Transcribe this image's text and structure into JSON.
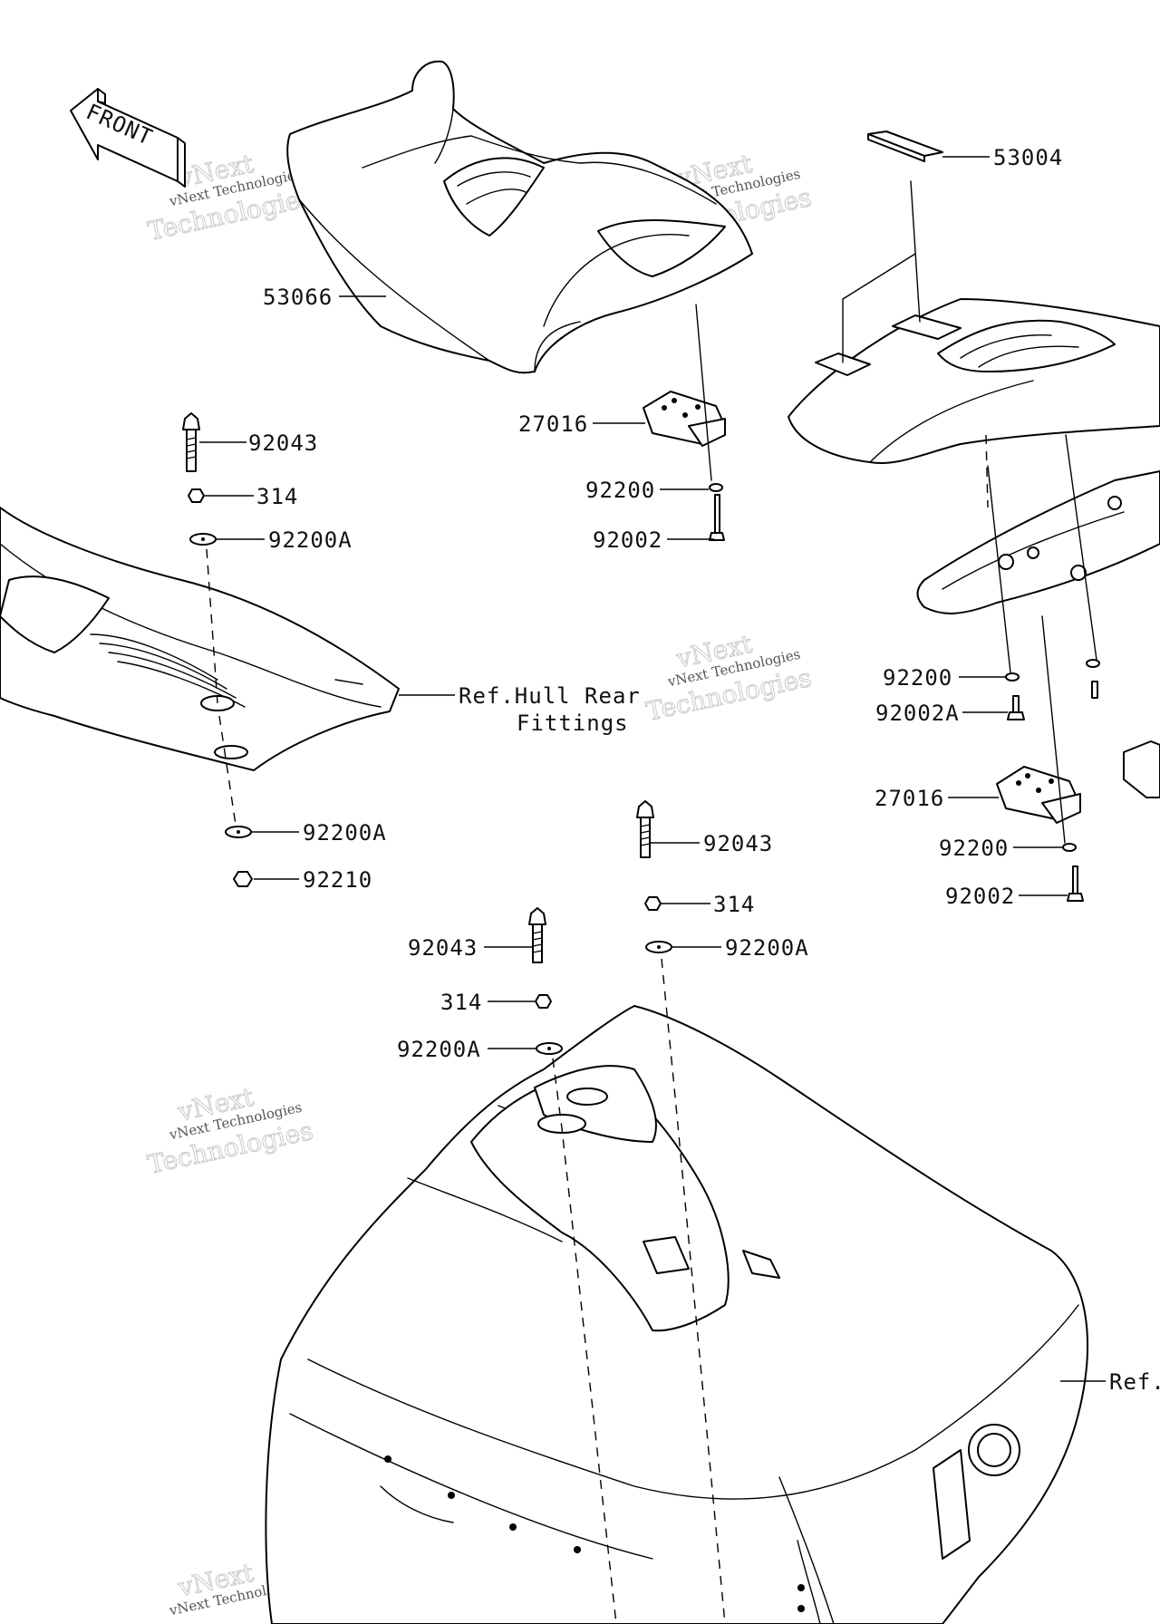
{
  "watermark": {
    "line1": "vNext Technologies",
    "line2": "vNext",
    "line3": "Technologies"
  },
  "front_marker": "FRONT",
  "callouts": {
    "c53004": "53004",
    "c53066": "53066",
    "c27016_top": "27016",
    "c92200_top": "92200",
    "c92002_top": "92002",
    "c92043_left": "92043",
    "c314_left": "314",
    "c92200A_left": "92200A",
    "c_ref_hull_line1": "Ref.Hull Rear",
    "c_ref_hull_line2": "Fittings",
    "c92200A_low_left": "92200A",
    "c92210": "92210",
    "c92043_mid": "92043",
    "c314_mid": "314",
    "c92200A_mid": "92200A",
    "c92043_center": "92043",
    "c314_center": "314",
    "c92200A_center": "92200A",
    "c92200_right": "92200",
    "c92002A_right": "92002A",
    "c27016_right": "27016",
    "c92200_right_low": "92200",
    "c92002_right_low": "92002",
    "c_ref_right": "Ref."
  }
}
